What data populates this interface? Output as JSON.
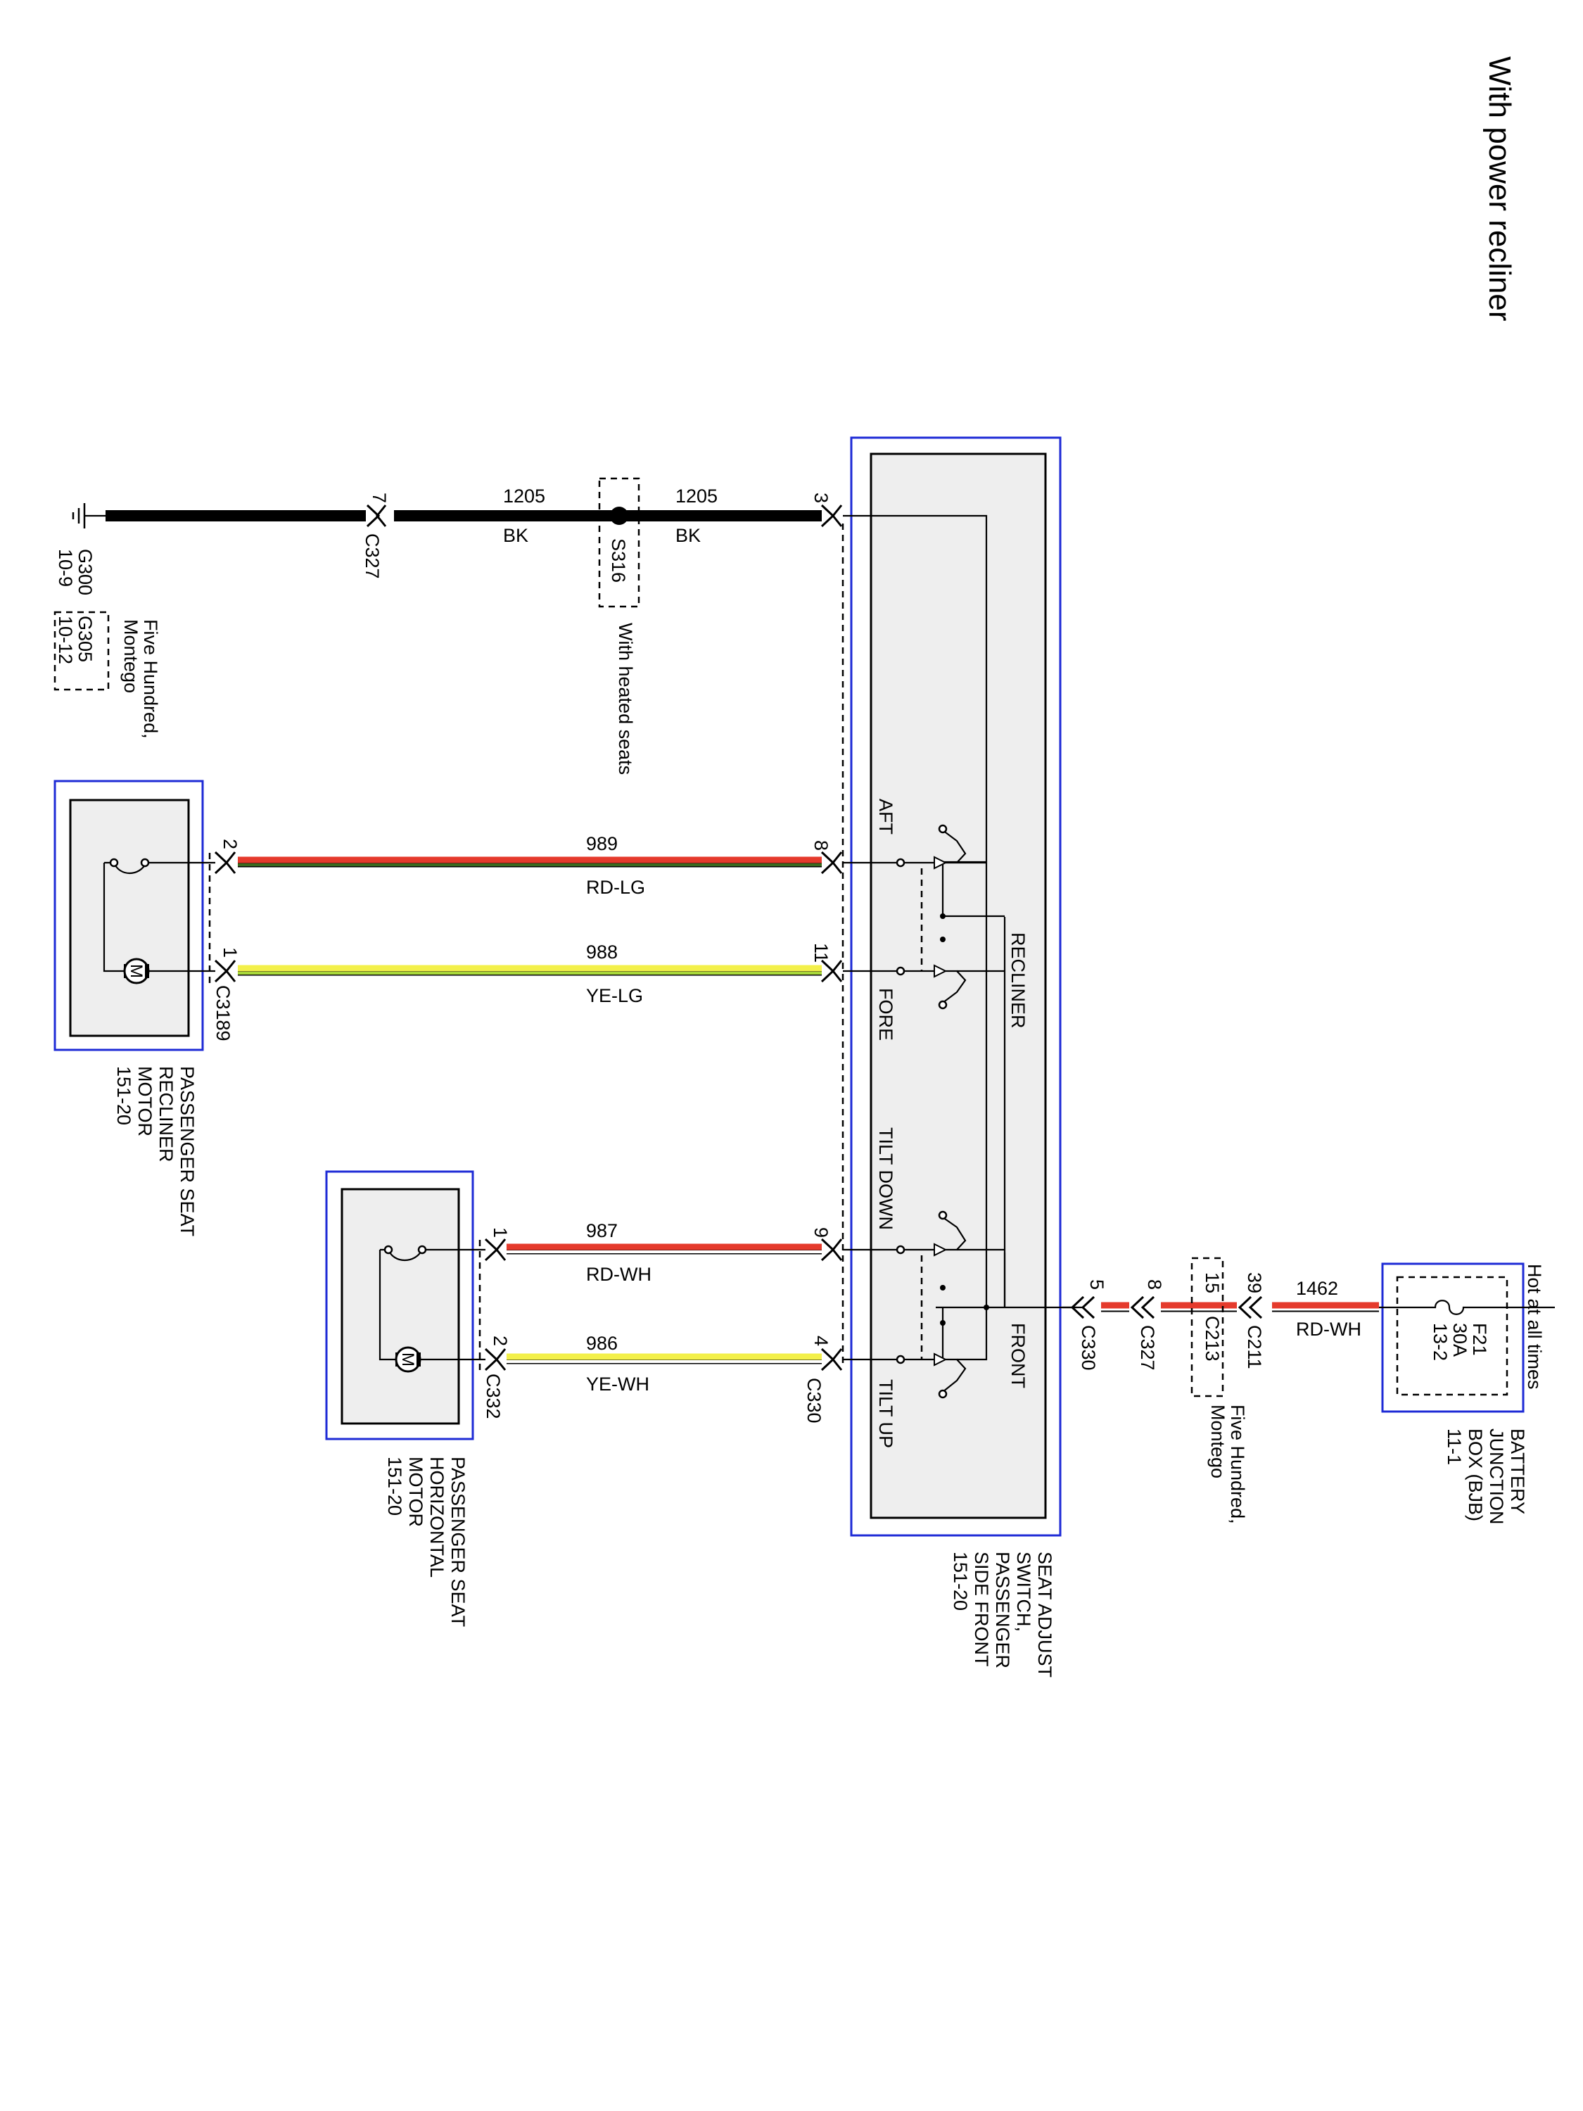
{
  "title": "With power recliner",
  "colors": {
    "box_frame": "#1e2bd6",
    "box_fill": "#eeeeee",
    "red": "#e53a2c",
    "dark_green": "#3a6a1e",
    "light_green": "#a8d83a",
    "yellow": "#f3f04a",
    "white": "#ffffff",
    "black": "#000000"
  },
  "components": {
    "bjb": {
      "name": [
        "BATTERY",
        "JUNCTION",
        "BOX (BJB)",
        "11-1"
      ],
      "power_note": "Hot at all times",
      "fuse": [
        "F21",
        "30A",
        "13-2"
      ],
      "icon": "fuse-icon"
    },
    "seat_switch": {
      "name": [
        "SEAT ADJUST",
        "SWITCH,",
        "PASSENGER",
        "SIDE FRONT",
        "151-20"
      ],
      "sections": {
        "recliner": "RECLINER",
        "front": "FRONT",
        "aft": "AFT",
        "fore": "FORE",
        "tilt_down": "TILT DOWN",
        "tilt_up": "TILT UP"
      }
    },
    "recliner_motor": {
      "name": [
        "PASSENGER SEAT",
        "RECLINER",
        "MOTOR",
        "151-20"
      ],
      "connector": "C3189",
      "icon": "motor-icon",
      "motor_symbol": "M"
    },
    "horizontal_motor": {
      "name": [
        "PASSENGER SEAT",
        "HORIZONTAL",
        "MOTOR",
        "151-20"
      ],
      "connector": "C332",
      "icon": "motor-icon",
      "motor_symbol": "M"
    },
    "ground": {
      "g300": [
        "G300",
        "10-9"
      ],
      "g305": [
        "G305",
        "10-12"
      ],
      "g305_note": [
        "Five Hundred,",
        "Montego"
      ],
      "icon": "ground-icon"
    },
    "splice": {
      "id": "S316",
      "note": "With heated seats"
    }
  },
  "wires": {
    "w1205_a": {
      "circuit": "1205",
      "color_code": "BK"
    },
    "w1205_b": {
      "circuit": "1205",
      "color_code": "BK"
    },
    "w989": {
      "circuit": "989",
      "color_code": "RD-LG",
      "pin_switch": "8",
      "pin_motor": "2"
    },
    "w988": {
      "circuit": "988",
      "color_code": "YE-LG",
      "pin_switch": "11",
      "pin_motor": "1"
    },
    "w987": {
      "circuit": "987",
      "color_code": "RD-WH",
      "pin_switch": "9",
      "pin_motor": "1"
    },
    "w986": {
      "circuit": "986",
      "color_code": "YE-WH",
      "pin_switch": "4",
      "pin_motor": "2"
    },
    "w1462": {
      "circuit": "1462",
      "color_code": "RD-WH"
    }
  },
  "connectors": {
    "c327_ground": {
      "id": "C327",
      "pin": "7"
    },
    "switch_ground_pin": "3",
    "switch_connector": "C330",
    "c330_power": {
      "id": "C330",
      "pin": "5"
    },
    "c327_power": {
      "id": "C327",
      "pin": "8"
    },
    "c213": {
      "id": "C213",
      "pin": "15"
    },
    "c211": {
      "id": "C211",
      "pin": "39"
    },
    "inline_note": [
      "Five Hundred,",
      "Montego"
    ]
  }
}
